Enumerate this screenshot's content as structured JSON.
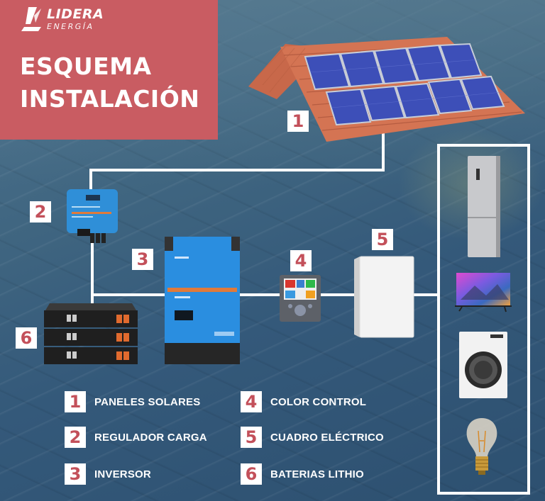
{
  "brand": {
    "name": "LIDERA",
    "subtitle": "ENERGÍA"
  },
  "title": {
    "line1": "ESQUEMA",
    "line2": "INSTALACIÓN"
  },
  "colors": {
    "accent_red": "#c95c62",
    "number_red": "#c3505a",
    "background_blue": "#3f6580",
    "line_white": "#ffffff"
  },
  "diagram": {
    "badges": [
      {
        "number": "1",
        "component": "solar-panels"
      },
      {
        "number": "2",
        "component": "charge-controller"
      },
      {
        "number": "3",
        "component": "inverter"
      },
      {
        "number": "4",
        "component": "color-control"
      },
      {
        "number": "5",
        "component": "electrical-panel"
      },
      {
        "number": "6",
        "component": "lithium-batteries"
      }
    ],
    "appliances": [
      "refrigerator",
      "television",
      "washing-machine",
      "light-bulb"
    ]
  },
  "legend": [
    {
      "number": "1",
      "label": "PANELES SOLARES"
    },
    {
      "number": "2",
      "label": "REGULADOR CARGA"
    },
    {
      "number": "3",
      "label": "INVERSOR"
    },
    {
      "number": "4",
      "label": "COLOR CONTROL"
    },
    {
      "number": "5",
      "label": "CUADRO ELÉCTRICO"
    },
    {
      "number": "6",
      "label": "BATERIAS LITHIO"
    }
  ]
}
